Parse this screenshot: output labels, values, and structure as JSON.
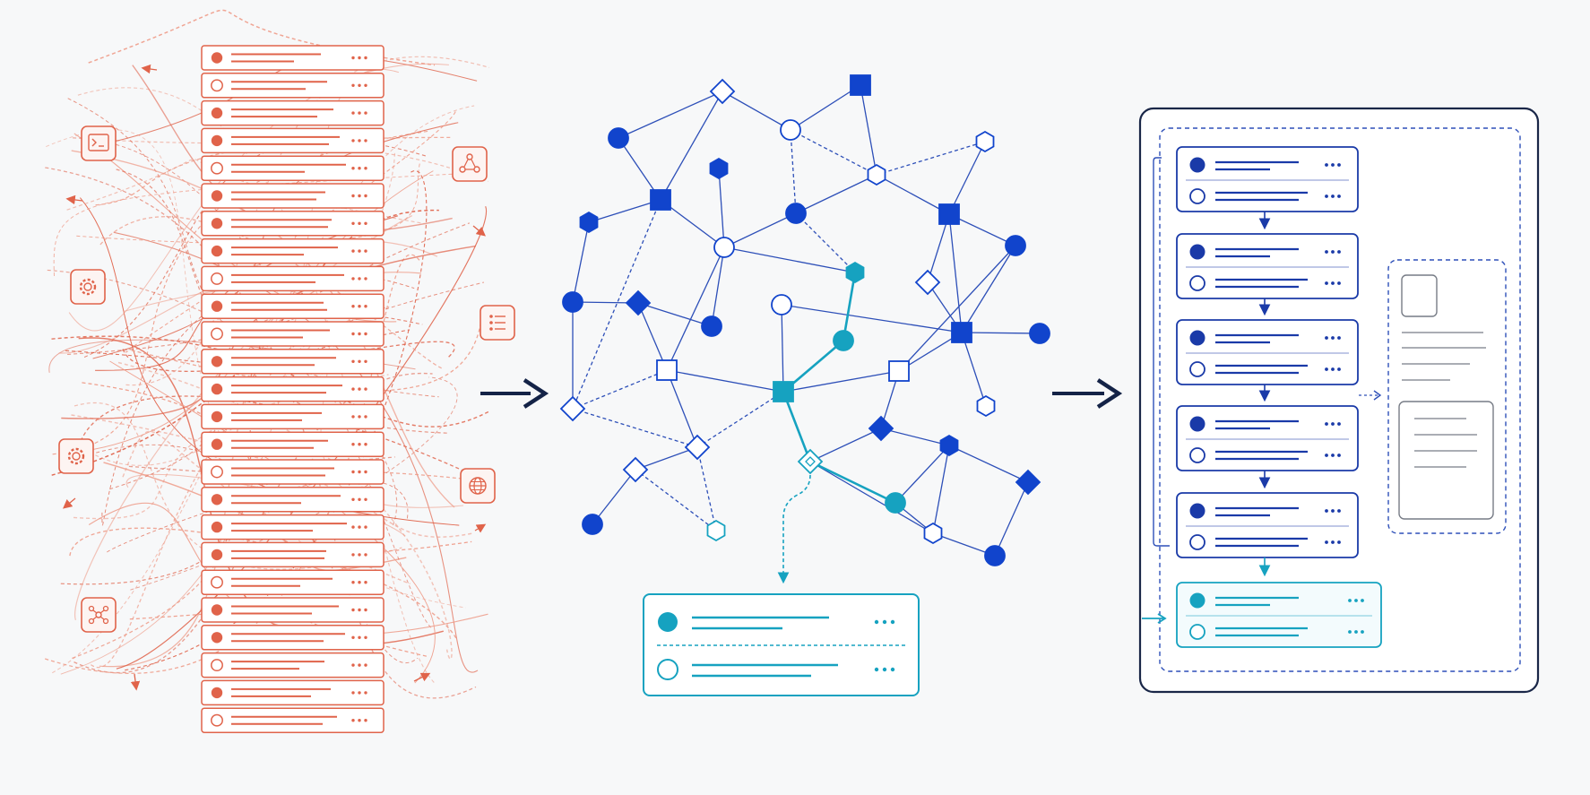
{
  "colors": {
    "background": "#f7f8f9",
    "chaos": "#e0634a",
    "chaos_light": "#ee9b88",
    "graph": "#1144cc",
    "graph_line": "#2d4fb8",
    "highlight": "#16a2c0",
    "frame": "#1a2748",
    "arrow": "#142347",
    "gray": "#777c86"
  },
  "panels": {
    "chaos": {
      "row_count": 25,
      "row_markers": [
        "filled",
        "hollow",
        "filled",
        "filled",
        "hollow",
        "filled",
        "filled",
        "filled",
        "hollow",
        "filled",
        "hollow",
        "filled",
        "filled",
        "filled",
        "filled",
        "hollow",
        "filled",
        "filled",
        "filled",
        "hollow",
        "filled",
        "filled",
        "hollow",
        "filled",
        "hollow"
      ],
      "icons": [
        "terminal-icon",
        "network-icon",
        "gear-icon",
        "list-icon",
        "gear-icon",
        "globe-icon",
        "network-icon"
      ]
    },
    "graph": {
      "node_shapes": [
        "circle",
        "square",
        "diamond",
        "hexagon"
      ],
      "selected_card_rows": [
        "filled",
        "hollow"
      ]
    },
    "structured": {
      "stack_rows": 5,
      "highlighted_rows": 1
    }
  },
  "arrows": [
    "arrow-right",
    "arrow-right"
  ]
}
